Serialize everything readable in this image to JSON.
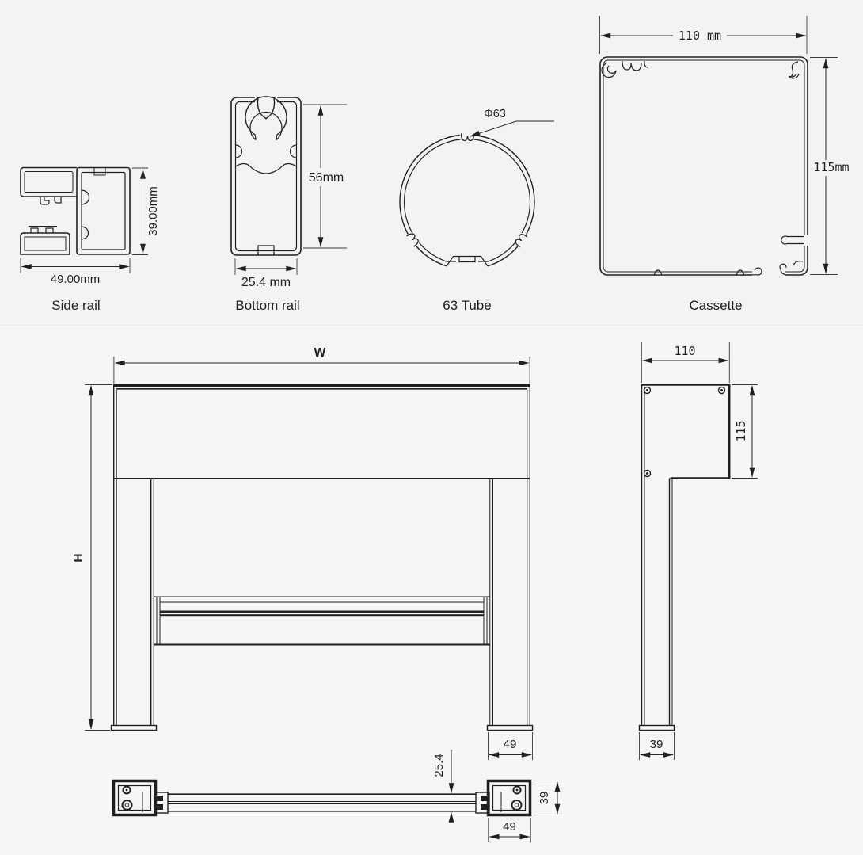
{
  "colors": {
    "line": "#1f1f1f",
    "background_top": "#f3f3f2",
    "background_bottom": "#f6f6f5"
  },
  "profiles": {
    "side_rail": {
      "caption": "Side rail",
      "width": "49.00mm",
      "height": "39.00mm"
    },
    "bottom_rail": {
      "caption": "Bottom rail",
      "width": "25.4 mm",
      "height": "56mm"
    },
    "tube": {
      "caption": "63 Tube",
      "diameter": "Φ63"
    },
    "cassette": {
      "caption": "Cassette",
      "width": "110 mm",
      "height": "115mm"
    }
  },
  "assembly": {
    "front": {
      "width_label": "W",
      "height_label": "H",
      "rail_width": "49"
    },
    "side_view": {
      "cassette_width": "110",
      "cassette_height": "115",
      "rail_depth": "39"
    },
    "plan_view": {
      "rail_thickness": "25.4",
      "rail_depth": "39",
      "rail_width": "49"
    }
  }
}
